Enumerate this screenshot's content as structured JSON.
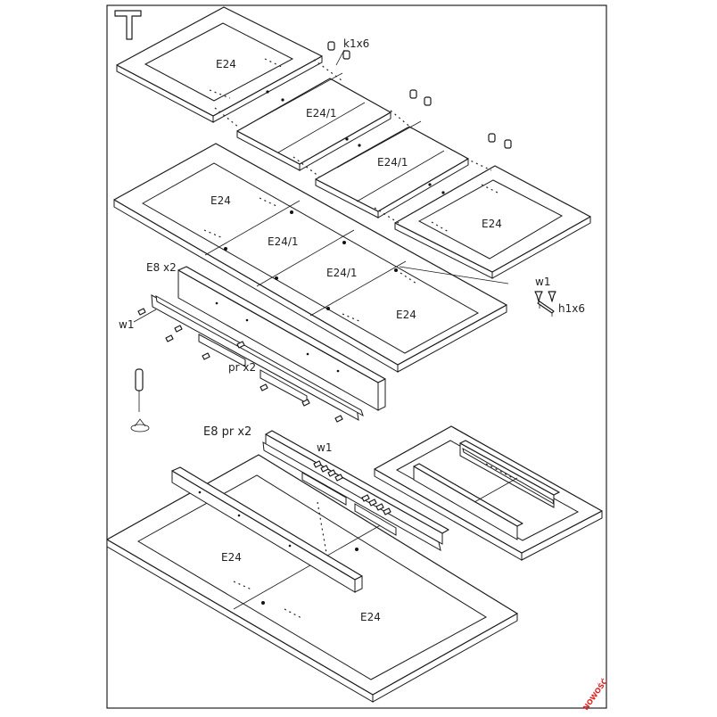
{
  "labels": {
    "panel_top_left": "E24",
    "panel_top_mid1": "E24/1",
    "panel_top_mid2": "E24/1",
    "panel_top_right": "E24",
    "panel_mid_left": "E24",
    "panel_mid_c1": "E24/1",
    "panel_mid_c2": "E24/1",
    "panel_mid_right": "E24",
    "panel_bottom_left": "E24",
    "panel_bottom_right": "E24",
    "dowel": "k1x6",
    "washer_right": "w1",
    "handle": "h1x6",
    "rail_pair": "E8 x2",
    "washer_left": "w1",
    "slide_pair": "pr x2",
    "rail_slide_pair": "E8 pr x2",
    "washer_bottom": "w1"
  },
  "badge": "NOWOŚĆ",
  "icons": {
    "hammer": "hammer-icon",
    "screwdriver": "screwdriver-icon"
  }
}
